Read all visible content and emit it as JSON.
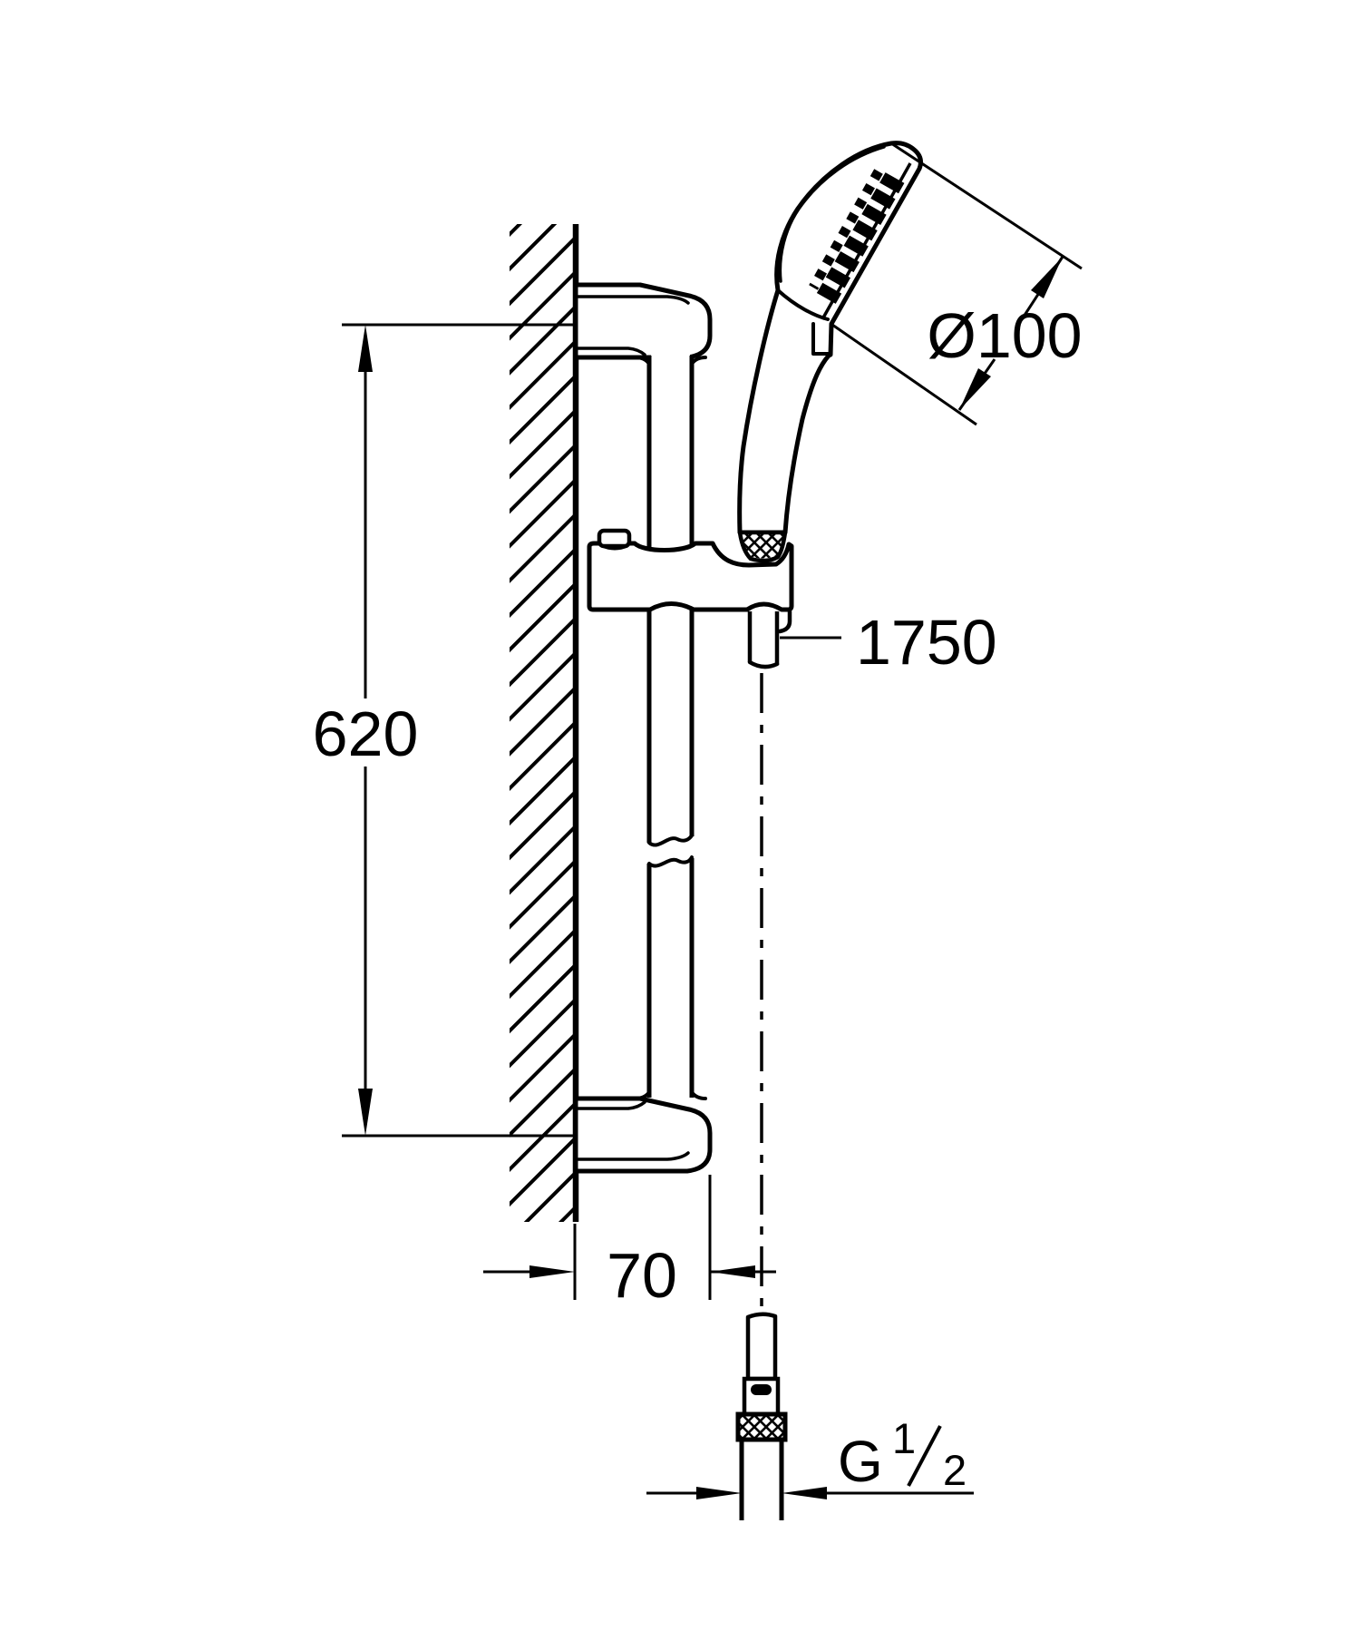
{
  "canvas": {
    "background": "#ffffff",
    "line_color": "#000000"
  },
  "dimensions": {
    "head_diameter": "Ø100",
    "hose_length": "1750",
    "rail_height": "620",
    "wall_offset": "70"
  },
  "thread_label": {
    "prefix": "G",
    "numerator": "1",
    "denominator": "2"
  }
}
